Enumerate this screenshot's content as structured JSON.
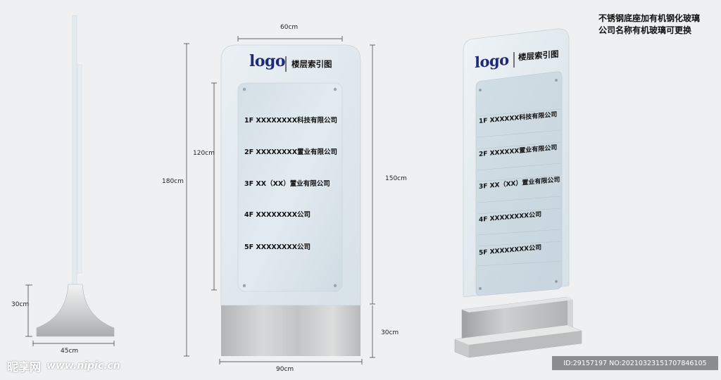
{
  "notes": {
    "line1": "不锈钢底座加有机钢化玻璃",
    "line2": "公司名称有机玻璃可更换"
  },
  "sign": {
    "logo": "logo",
    "title": "楼层索引图",
    "entries": [
      {
        "floor": "1F",
        "name": "XXXXXXXX科技有限公司"
      },
      {
        "floor": "2F",
        "name": "XXXXXXXX置业有限公司"
      },
      {
        "floor": "3F",
        "name": "XX（XX）置业有限公司"
      },
      {
        "floor": "4F",
        "name": "XXXXXXXX公司"
      },
      {
        "floor": "5F",
        "name": "XXXXXXXX公司"
      }
    ],
    "entries_3d": [
      {
        "floor": "1F",
        "name": "XXXXXX科技有限公司"
      },
      {
        "floor": "2F",
        "name": "XXXXXX置业有限公司"
      },
      {
        "floor": "3F",
        "name": "XX（XX）置业有限公司"
      },
      {
        "floor": "4F",
        "name": "XXXXXXXX公司"
      },
      {
        "floor": "5F",
        "name": "XXXXXXXX公司"
      }
    ]
  },
  "dimensions": {
    "width_top": "60cm",
    "inner_height": "120cm",
    "total_height": "180cm",
    "panel_height": "150cm",
    "base_height": "30cm",
    "base_width": "90cm",
    "side_base_height": "30cm",
    "side_base_width": "45cm"
  },
  "watermark": {
    "brand": "昵享网",
    "url": "www.nipic.cn",
    "id": "ID:29157197 NO:20210323151707846105"
  },
  "colors": {
    "logo_blue": "#1e2a78",
    "glass": "#dfe8ee",
    "steel": "#c4c6c8"
  }
}
